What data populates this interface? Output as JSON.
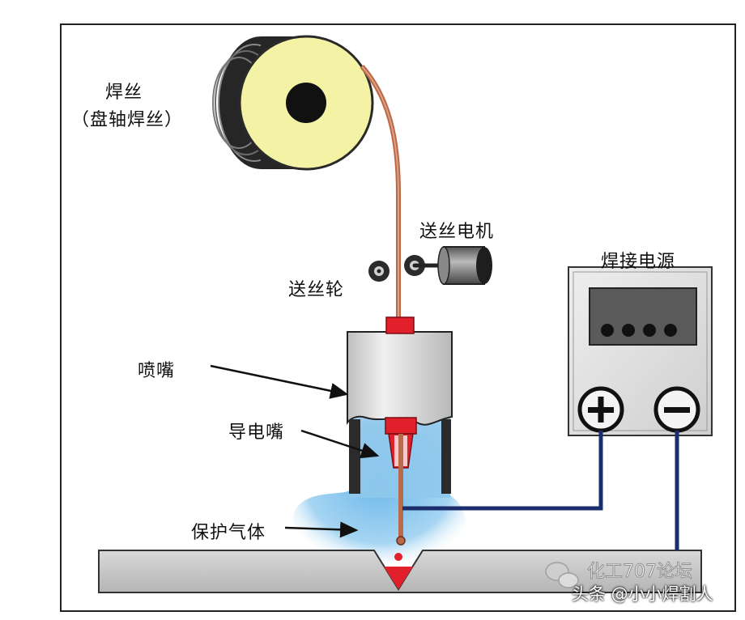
{
  "labels": {
    "wire": "焊丝",
    "wire_sub": "（盘轴焊丝）",
    "feed_motor": "送丝电机",
    "feed_wheel": "送丝轮",
    "power_source": "焊接电源",
    "nozzle": "喷嘴",
    "contact_tip": "导电嘴",
    "shield_gas": "保护气体"
  },
  "power_source": {
    "plus_symbol": "+",
    "minus_symbol": "−"
  },
  "watermark": {
    "forum": "化工707论坛",
    "credit": "头条 @小小焊割人"
  },
  "colors": {
    "spool_face": "#f4f2a4",
    "wire": "#b86a4a",
    "tip_red": "#e2202c",
    "gas_blue": "#8fc8ec",
    "cable": "#1a2e6e",
    "nozzle_gray": "#d7d7d7",
    "workpiece": "#c9c9c9"
  }
}
